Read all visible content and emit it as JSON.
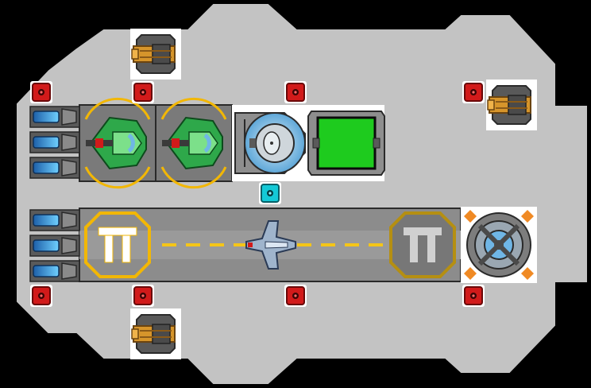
{
  "scene": {
    "background_color": "#000000",
    "hull_color": "#c3c3c3",
    "module_panel_color": "#7a7a7a",
    "module_border_color": "#2a2a2a",
    "runway_color": "#8c8c8c",
    "runway_dash_color": "#f5c518",
    "pad_ring_color": "#f2b705",
    "pad_ring_dim_color": "#b58f12",
    "node_red_color": "#d11a1a",
    "node_cyan_color": "#14c9d6",
    "thruster_glow_color": "#4ab3ff",
    "green_screen_color": "#1ecb1e",
    "turret_brass_color": "#d6952b",
    "shield_blue_color": "#6fb6e6"
  },
  "icons": {
    "pad_marker": "pi-glyph",
    "turret": "cannon-turret",
    "fighter": "fighter-ship"
  }
}
